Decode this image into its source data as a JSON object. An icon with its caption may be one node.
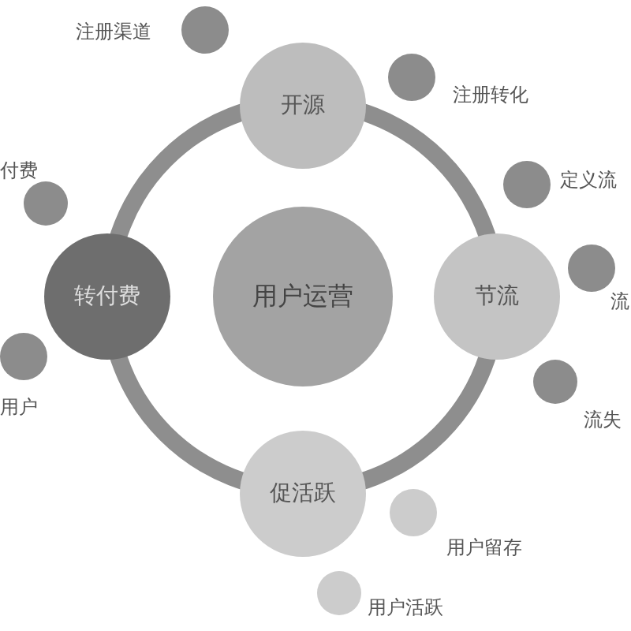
{
  "diagram": {
    "nodes": [
      {
        "text": [],
        "shape": "circle",
        "beside": [
          "注册渠道"
        ]
      },
      {
        "text": [
          "开源"
        ]
      },
      {
        "text": [],
        "shape": "circle",
        "beside": [
          "注册转化"
        ]
      },
      {
        "text": [],
        "shape": "circle",
        "beside": [
          "付费"
        ]
      },
      {
        "text": [],
        "shape": "circle",
        "beside": [
          "定义流"
        ]
      },
      {
        "text": [
          "转付费"
        ]
      },
      {
        "text": [
          "用户运营"
        ]
      },
      {
        "text": [
          "节流"
        ]
      },
      {
        "text": [],
        "shape": "circle",
        "beside": [
          "流"
        ]
      },
      {
        "text": [],
        "shape": "circle",
        "beside": [
          "用户"
        ]
      },
      {
        "text": [],
        "shape": "circle",
        "beside": [
          "流失"
        ]
      },
      {
        "text": [
          "促活跃"
        ]
      },
      {
        "text": [],
        "shape": "circle",
        "beside": [
          "用户留存"
        ]
      },
      {
        "text": [],
        "shape": "circle",
        "beside": [
          "用户活跃"
        ]
      }
    ]
  }
}
